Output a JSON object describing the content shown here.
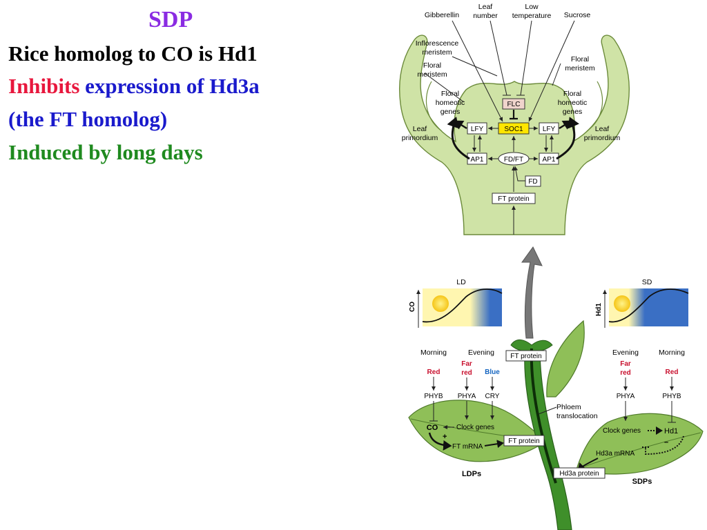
{
  "slide": {
    "title": "SDP",
    "line1": "Rice homolog to CO is Hd1",
    "line2_red": "Inhibits",
    "line2_blue": "expression of Hd3a",
    "line3": "(the FT homolog)",
    "line4": "Induced by long days"
  },
  "diagram": {
    "top": {
      "gibberellin": "Gibberellin",
      "leaf_number_1": "Leaf",
      "leaf_number_2": "number",
      "low_temp_1": "Low",
      "low_temp_2": "temperature",
      "sucrose": "Sucrose",
      "inflorescence_1": "Inflorescence",
      "inflorescence_2": "meristem",
      "floral_meristem_left_1": "Floral",
      "floral_meristem_left_2": "meristem",
      "floral_meristem_right_1": "Floral",
      "floral_meristem_right_2": "meristem",
      "homeotic_left_1": "Floral",
      "homeotic_left_2": "homeotic",
      "homeotic_left_3": "genes",
      "homeotic_right_1": "Floral",
      "homeotic_right_2": "homeotic",
      "homeotic_right_3": "genes",
      "leaf_primordium_left_1": "Leaf",
      "leaf_primordium_left_2": "primordium",
      "leaf_primordium_right_1": "Leaf",
      "leaf_primordium_right_2": "primordium",
      "flc": "FLC",
      "soc1": "SOC1",
      "lfy_left": "LFY",
      "lfy_right": "LFY",
      "ap1_left": "AP1",
      "ap1_right": "AP1",
      "fd_ft": "FD/FT",
      "fd": "FD",
      "ft_protein": "FT protein"
    },
    "ld_panel": {
      "title": "LD",
      "axis": "CO"
    },
    "sd_panel": {
      "title": "SD",
      "axis": "Hd1"
    },
    "ldp": {
      "morning": "Morning",
      "evening": "Evening",
      "red": "Red",
      "far_red_1": "Far",
      "far_red_2": "red",
      "blue": "Blue",
      "phyb": "PHYB",
      "phya": "PHYA",
      "cry": "CRY",
      "co": "CO",
      "clock_genes": "Clock genes",
      "plus": "+",
      "ft_mrna": "FT mRNA",
      "ft_protein_leaf": "FT protein",
      "label": "LDPs"
    },
    "sdp": {
      "evening": "Evening",
      "morning": "Morning",
      "far_red_1": "Far",
      "far_red_2": "red",
      "red": "Red",
      "phya": "PHYA",
      "phyb": "PHYB",
      "clock_genes": "Clock genes",
      "hd1": "Hd1",
      "minus": "–",
      "hd3a_mrna": "Hd3a mRNA",
      "hd3a_protein": "Hd3a protein",
      "label": "SDPs"
    },
    "stem": {
      "ft_protein_top": "FT protein",
      "phloem_1": "Phloem",
      "phloem_2": "translocation"
    },
    "colors": {
      "apex_fill": "#cfe3a6",
      "leaf_fill": "#8fbf58",
      "stem_fill": "#3f8f2a",
      "soc1_fill": "#ffe600",
      "flc_fill": "#f0d4cc",
      "red_text": "#c8102e",
      "blue_text": "#1565c0",
      "night_blue": "#3a6fc4",
      "day_yellow": "#fff3a0"
    }
  }
}
